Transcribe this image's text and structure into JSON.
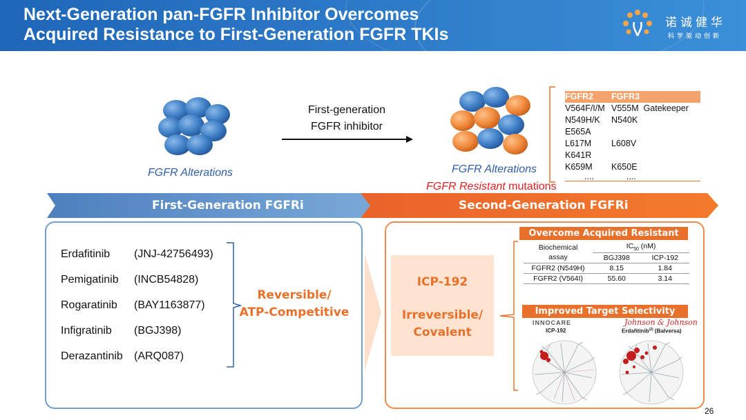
{
  "header": {
    "title_line1": "Next-Generation pan-FGFR Inhibitor Overcomes",
    "title_line2": "Acquired Resistance to First-Generation FGFR TKIs",
    "logo_cn": "诺诚健华",
    "logo_sub": "科学驱动创新"
  },
  "top": {
    "left_caption": "FGFR Alterations",
    "arrow_line1": "First-generation",
    "arrow_line2": "FGFR inhibitor",
    "right_caption": "FGFR Alterations",
    "resistant_italic": "FGFR Resistant",
    "resistant_plain": " mutations"
  },
  "mutations": {
    "headers": [
      "FGFR2",
      "FGFR3"
    ],
    "rows": [
      [
        "V564F/I/M",
        "V555M  Gatekeeper"
      ],
      [
        "N549H/K",
        "N540K"
      ],
      [
        "E565A",
        ""
      ],
      [
        "L617M",
        "L608V"
      ],
      [
        "K641R",
        ""
      ],
      [
        "K659M",
        "K650E"
      ],
      [
        "....",
        "...."
      ]
    ]
  },
  "banners": {
    "first": "First-Generation FGFRi",
    "second": "Second-Generation FGFRi"
  },
  "first_gen": {
    "drugs": [
      {
        "name": "Erdafitinib",
        "code": "(JNJ-42756493)"
      },
      {
        "name": "Pemigatinib",
        "code": "(INCB54828)"
      },
      {
        "name": "Rogaratinib",
        "code": "(BAY1163877)"
      },
      {
        "name": "Infigratinib",
        "code": "(BGJ398)"
      },
      {
        "name": "Derazantinib",
        "code": "(ARQ087)"
      }
    ],
    "mechanism_line1": "Reversible/",
    "mechanism_line2": "ATP-Competitive"
  },
  "second_gen": {
    "drug": "ICP-192",
    "mechanism_line1": "Irreversible/",
    "mechanism_line2": "Covalent",
    "overcome_title": "Overcome Acquired Resistant",
    "ic_table": {
      "col0_line1": "Biochemical",
      "col0_line2": "assay",
      "ic_label": "IC",
      "ic_sub": "50",
      "ic_unit": " (nM)",
      "col1": "BGJ398",
      "col2": "ICP-192",
      "rows": [
        [
          "FGFR2 (N549H)",
          "8.15",
          "1.84"
        ],
        [
          "FGFR2 (V564I)",
          "55.60",
          "3.14"
        ]
      ]
    },
    "selectivity_title": "Improved Target Selectivity",
    "innocare_label": "INNOCARE",
    "icp_caption": "ICP-192",
    "jnj_label": "Johnson & Johnson",
    "erda_caption": "Erdafitinib",
    "erda_sup": "(2)",
    "erda_suffix": " (Balversa)"
  },
  "page_number": "26",
  "colors": {
    "header_blue": "#2671c0",
    "banner_blue": "#5b8fcb",
    "accent_orange": "#e8702a",
    "cell_orange": "#f08a3c",
    "cell_blue": "#3f7fc6"
  }
}
